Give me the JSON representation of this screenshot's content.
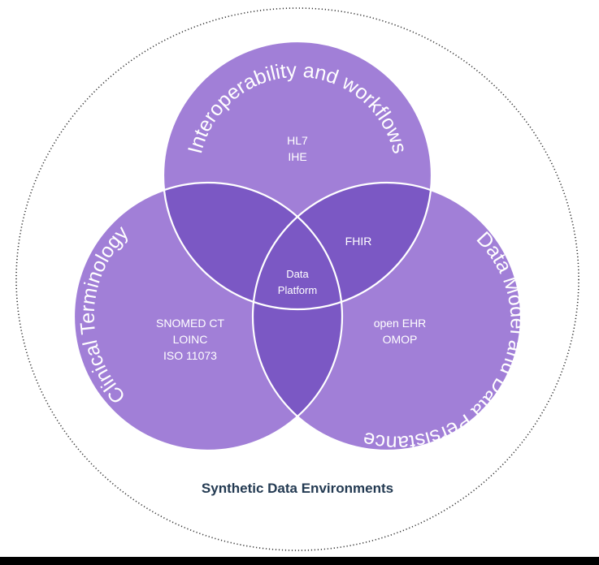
{
  "colors": {
    "background": "#ffffff",
    "circle_fill": "#a17fd7",
    "overlap_fill": "#7b58c4",
    "circle_stroke": "#ffffff",
    "text_on_purple": "#ffffff",
    "footer_text": "#233a52",
    "dotted_border": "#333333",
    "bottom_bar": "#000000"
  },
  "circles": {
    "top": {
      "title": "Interoperability and workflows",
      "items": [
        "HL7",
        "IHE"
      ]
    },
    "left": {
      "title": "Clinical Terminology",
      "items": [
        "SNOMED CT",
        "LOINC",
        "ISO 11073"
      ]
    },
    "right": {
      "title": "Data Model and Data Persistance",
      "items": [
        "open EHR",
        "OMOP"
      ]
    }
  },
  "overlaps": {
    "top_right": "FHIR",
    "center": [
      "Data",
      "Platform"
    ]
  },
  "footer": "Synthetic Data Environments"
}
